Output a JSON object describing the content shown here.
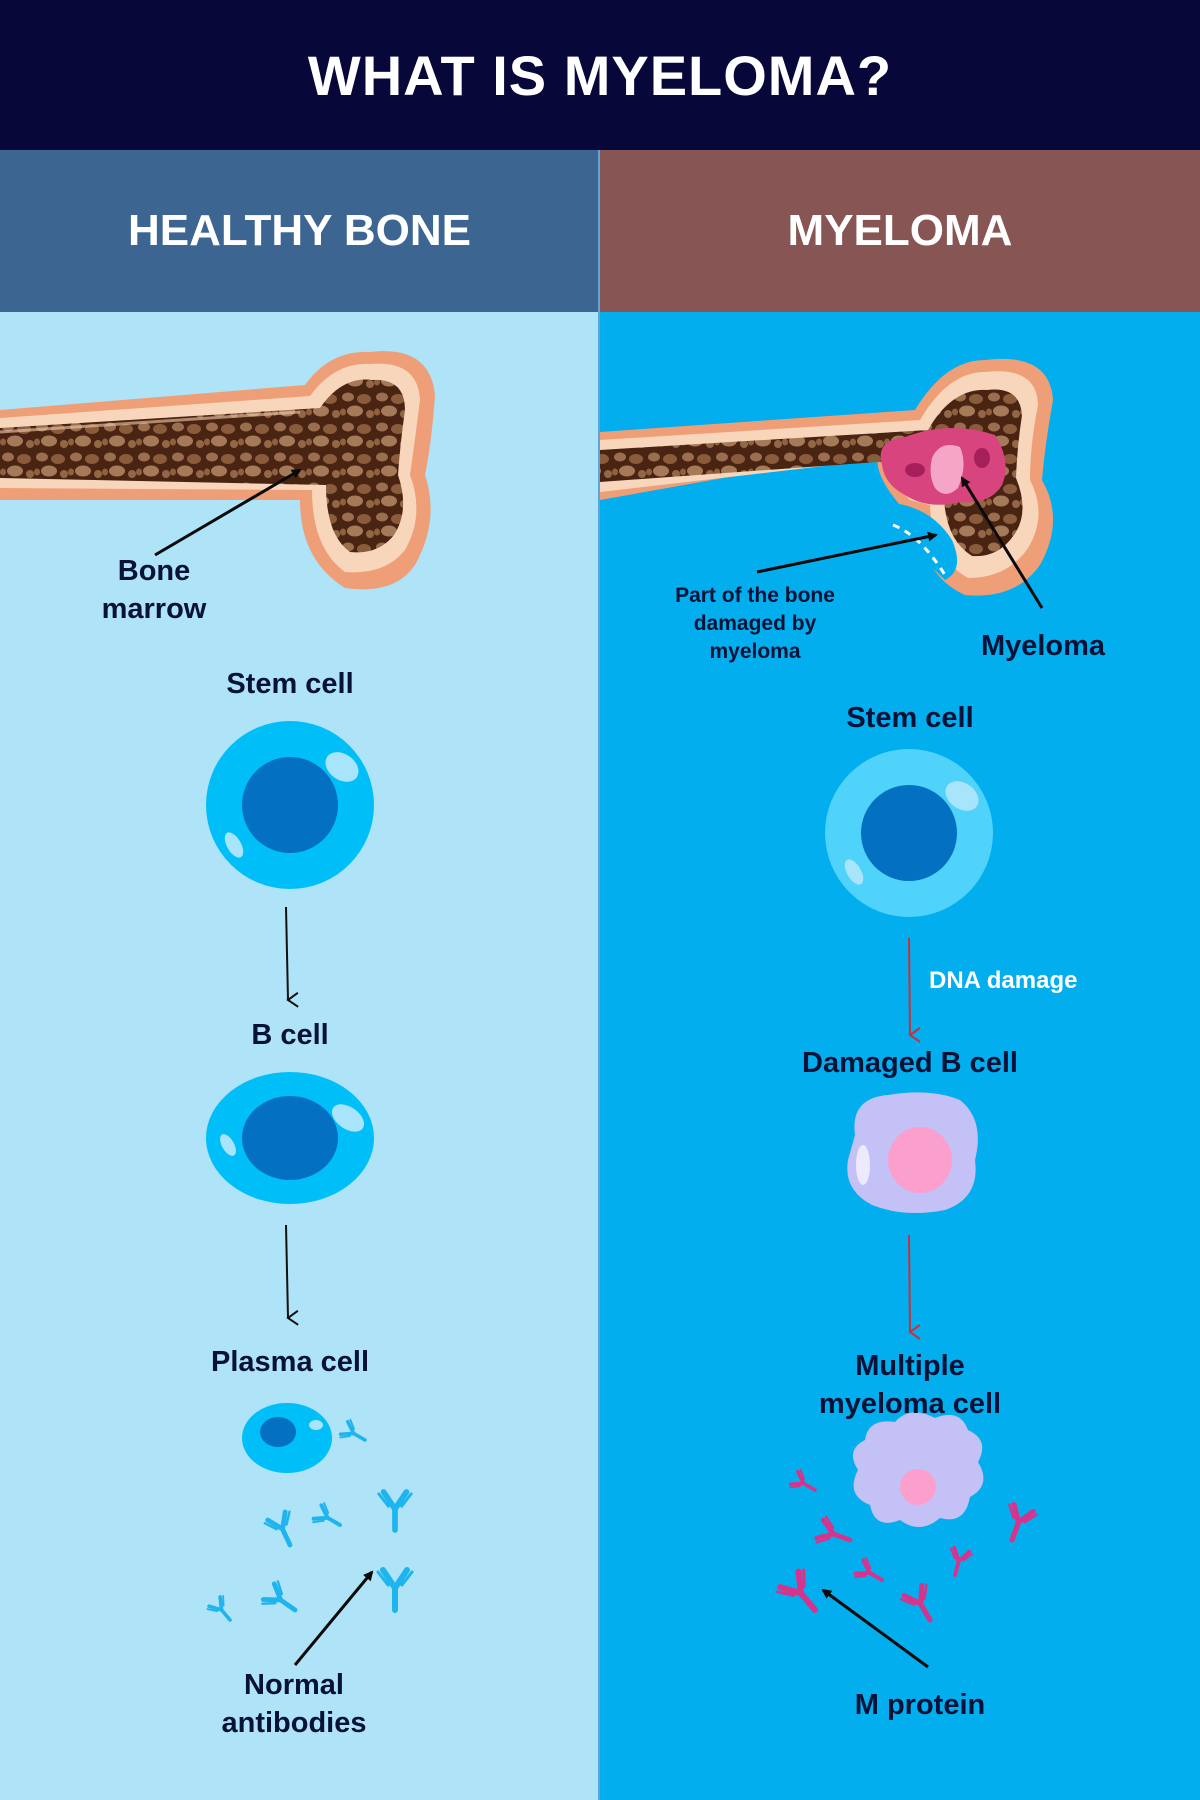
{
  "title": "WHAT IS MYELOMA?",
  "columns": {
    "healthy": {
      "heading": "HEALTHY BONE",
      "bone_label": "Bone\nmarrow",
      "stem_cell": "Stem cell",
      "b_cell": "B cell",
      "plasma_cell": "Plasma cell",
      "antibodies_label": "Normal\nantibodies"
    },
    "myeloma": {
      "heading": "MYELOMA",
      "damaged_bone_label": "Part of the bone\ndamaged by\nmyeloma",
      "myeloma_label": "Myeloma",
      "stem_cell": "Stem cell",
      "dna_damage": "DNA damage",
      "damaged_b_cell": "Damaged B cell",
      "myeloma_cell": "Multiple\nmyeloma cell",
      "m_protein_label": "M protein"
    }
  },
  "colors": {
    "header_bg": "#07073a",
    "healthy_header": "#3c6591",
    "myeloma_header": "#875553",
    "healthy_panel": "#aee3f8",
    "myeloma_panel": "#02aeee",
    "normal_antibody": "#1eb4ee",
    "m_protein": "#d8338a"
  }
}
